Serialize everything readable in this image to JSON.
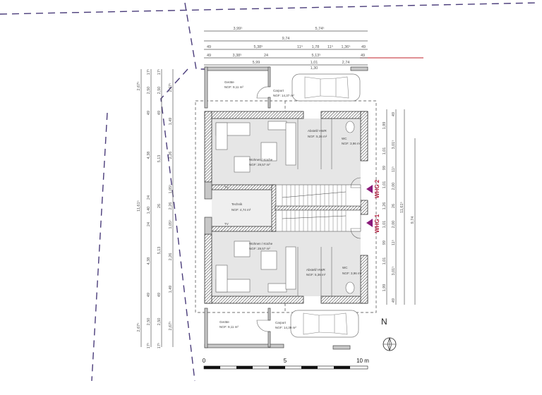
{
  "colors": {
    "wall": "#333333",
    "floor": "#e6e6e6",
    "boundary": "#4a3c7a",
    "unit_label": "#b01c3c",
    "entrance_arrow": "#8a1a7a",
    "reference_line": "#c0202a"
  },
  "dims": {
    "top": [
      [
        "3,99⁵",
        "5,74⁵"
      ],
      [
        "9,74"
      ],
      [
        "49",
        "5,38⁵",
        "11⁵",
        "1,78",
        "11⁵",
        "1,36⁵",
        "49"
      ],
      [
        "49",
        "3,38⁵",
        "24",
        "5,13⁵",
        "49"
      ],
      [
        "5,99",
        "1,01",
        "1,30",
        "2,74"
      ]
    ],
    "left": [
      [
        "2,67⁵",
        "11,61⁵",
        "2,67⁵"
      ],
      [
        "17⁵",
        "2,50",
        "49",
        "4,38",
        "24",
        "1,40",
        "24",
        "4,38",
        "49",
        "2,50",
        "17⁵"
      ],
      [
        "17⁵",
        "2,50",
        "49",
        "5,13",
        "26",
        "5,13",
        "49",
        "2,50",
        "17⁵"
      ],
      [
        "2,67⁵",
        "1,49",
        "2,26",
        "1,05⁵",
        "2,26",
        "1,05⁵",
        "2,26",
        "1,49",
        "2,67⁵"
      ]
    ],
    "right": [
      [
        "1,99",
        "1,01",
        "99",
        "1,01",
        "1,26",
        "1,01",
        "99",
        "1,01",
        "1,99"
      ],
      [
        "49",
        "3,01⁵",
        "11⁵",
        "2,00",
        "26",
        "2,00",
        "11⁵",
        "3,01⁵",
        "49"
      ],
      [
        "11,61⁵"
      ],
      [
        "9,74"
      ]
    ]
  },
  "rooms": {
    "geraete_top": {
      "name": "Geräte",
      "area": "NGF: 9,11 m²"
    },
    "carport_top": {
      "name": "Carport",
      "area": "NGF: 14,37 m²"
    },
    "wohnen_top": {
      "name": "Wohnen / Küche",
      "area": "NGF:   29,57 m²"
    },
    "abstell_top": {
      "name": "Abstell/ HWR",
      "area": "NGF: 5,36 m²"
    },
    "wc_top": {
      "name": "WC",
      "area": "NGF: 3,96 m²"
    },
    "technik": {
      "name": "Technik",
      "area": "NGF: 4,74 m²"
    },
    "tv_top": "TV",
    "tv_bottom": "TV",
    "wohnen_bottom": {
      "name": "Wohnen / Küche",
      "area": "NGF:   29,57 m²"
    },
    "abstell_bottom": {
      "name": "Abstell/ HWR",
      "area": "NGF: 5,36 m²"
    },
    "wc_bottom": {
      "name": "WC",
      "area": "NGF: 3,96 m²"
    },
    "geraete_bottom": {
      "name": "Geräte",
      "area": "NGF: 9,11 m²"
    },
    "carport_bottom": {
      "name": "Carport",
      "area": "NGF: 14,39 m²"
    }
  },
  "units": {
    "whg2": "WHG 2",
    "whg1": "WHG 1"
  },
  "scale_bar": {
    "labels": [
      "0",
      "5",
      "10 m"
    ]
  },
  "north": "N",
  "icons": [
    "entrance-arrow-icon",
    "car-icon",
    "north-arrow-icon",
    "door-swing-icon",
    "stair-icon"
  ]
}
